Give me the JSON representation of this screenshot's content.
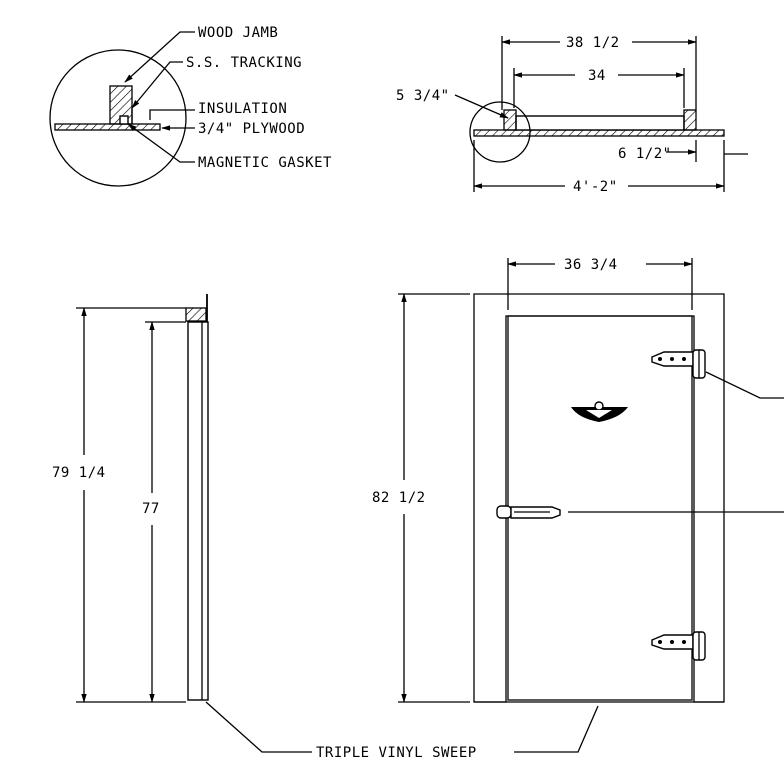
{
  "callouts": {
    "wood_jamb": "WOOD JAMB",
    "ss_tracking": "S.S. TRACKING",
    "insulation": "INSULATION",
    "plywood": "3/4\" PLYWOOD",
    "magnetic_gasket": "MAGNETIC GASKET",
    "triple_vinyl_sweep": "TRIPLE VINYL SWEEP"
  },
  "plan_dimensions": {
    "overall_width": "38 1/2",
    "inner_width": "34",
    "left_offset": "5 3/4\"",
    "right_offset": "6 1/2\"",
    "total": "4'-2\""
  },
  "side_dimensions": {
    "overall_height": "79 1/4",
    "door_height": "77"
  },
  "front_dimensions": {
    "door_width": "36 3/4",
    "frame_height": "82 1/2"
  }
}
